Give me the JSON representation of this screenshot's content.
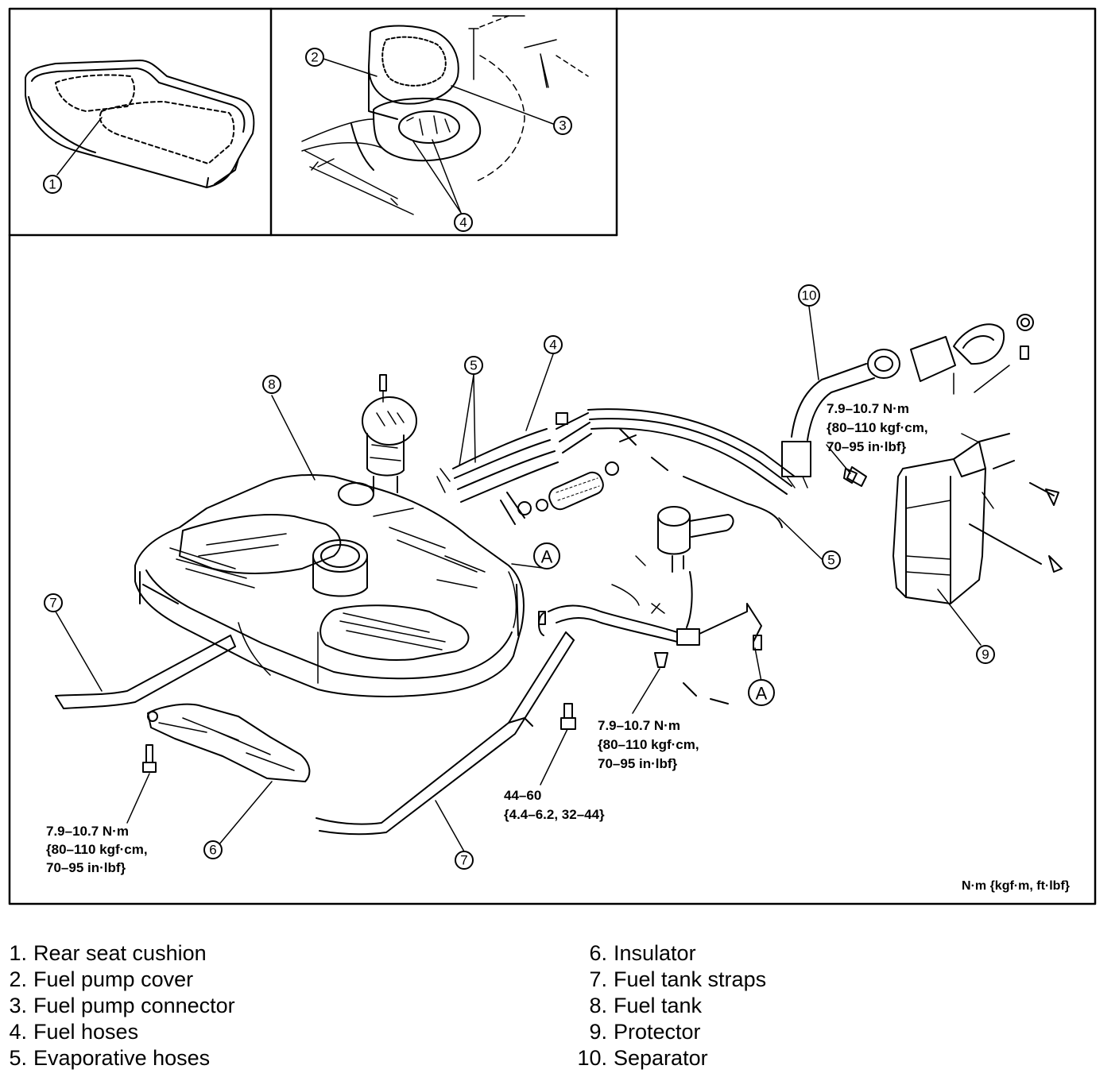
{
  "callouts": {
    "c1": "1",
    "c2": "2",
    "c3": "3",
    "c4a": "4",
    "c4b": "4",
    "c5a": "5",
    "c5b": "5",
    "c6": "6",
    "c7a": "7",
    "c7b": "7",
    "c8": "8",
    "c9": "9",
    "c10": "10"
  },
  "letters": {
    "a1": "A",
    "a2": "A"
  },
  "torque": {
    "t1": [
      "7.9–10.7 N·m",
      "{80–110 kgf·cm,",
      "70–95 in·lbf}"
    ],
    "t2": [
      "7.9–10.7 N·m",
      "{80–110 kgf·cm,",
      "70–95 in·lbf}"
    ],
    "t3": [
      "7.9–10.7 N·m",
      "{80–110 kgf·cm,",
      "70–95 in·lbf}"
    ],
    "t4": [
      "44–60",
      "{4.4–6.2, 32–44}"
    ]
  },
  "units_note": "N·m {kgf·m, ft·lbf}",
  "legend": {
    "left": [
      {
        "num": "1.",
        "label": "Rear seat cushion"
      },
      {
        "num": "2.",
        "label": "Fuel pump cover"
      },
      {
        "num": "3.",
        "label": "Fuel pump connector"
      },
      {
        "num": "4.",
        "label": "Fuel hoses"
      },
      {
        "num": "5.",
        "label": "Evaporative hoses"
      }
    ],
    "right": [
      {
        "num": "6.",
        "label": "Insulator"
      },
      {
        "num": "7.",
        "label": "Fuel tank straps"
      },
      {
        "num": "8.",
        "label": "Fuel tank"
      },
      {
        "num": "9.",
        "label": "Protector"
      },
      {
        "num": "10.",
        "label": "Separator"
      }
    ]
  }
}
